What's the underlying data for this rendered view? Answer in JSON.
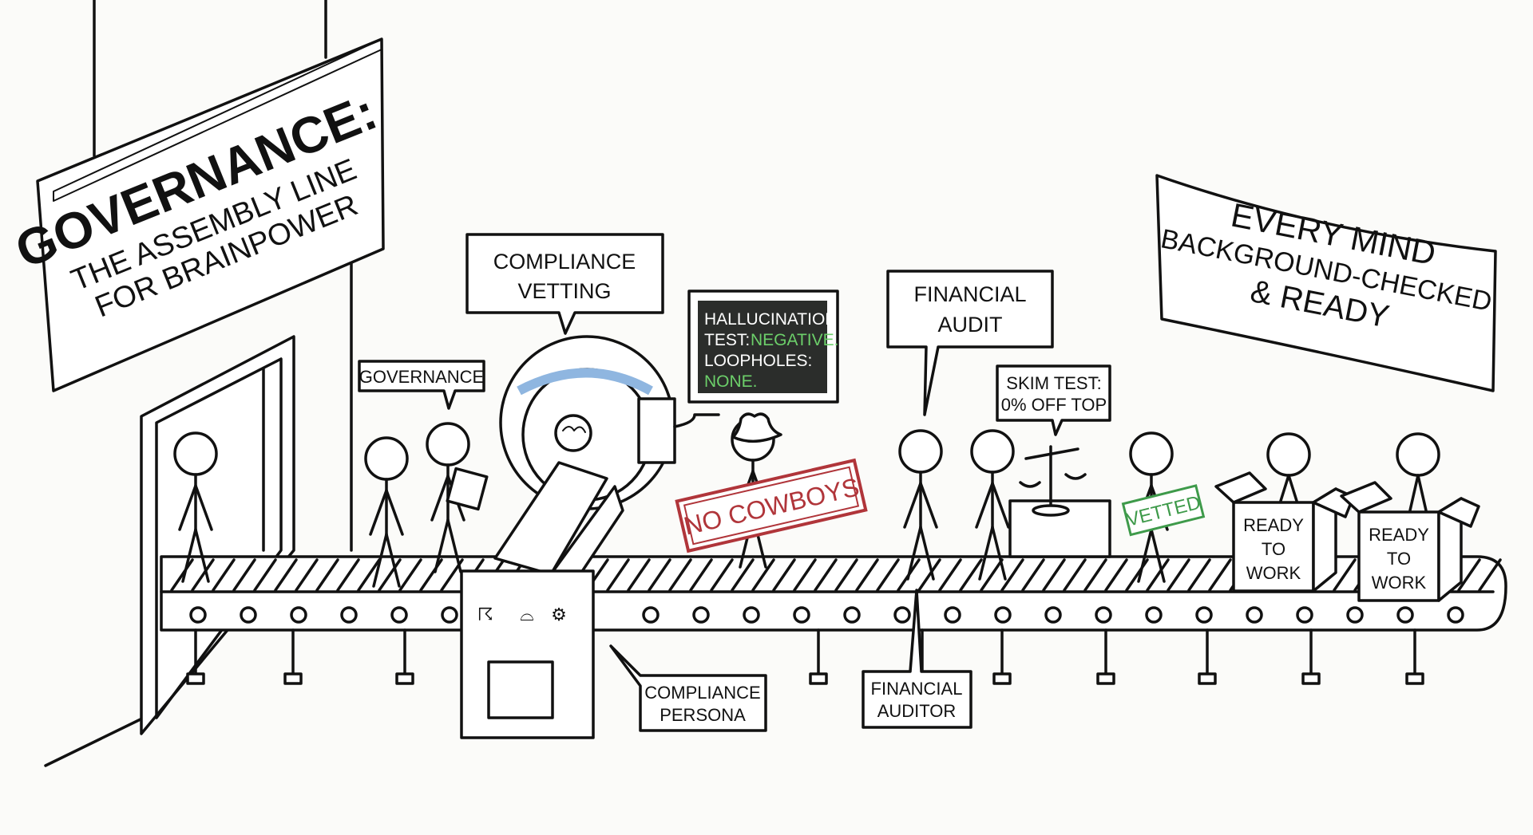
{
  "title_sign": {
    "line1": "GOVERNANCE:",
    "line2": "THE ASSEMBLY LINE",
    "line3": "FOR BRAINPOWER"
  },
  "banner": {
    "line1": "EVERY MIND",
    "line2": "BACKGROUND-CHECKED",
    "line3": "& READY"
  },
  "bubbles": {
    "governance": "GOVERNANCE",
    "compliance_vetting": [
      "COMPLIANCE",
      "VETTING"
    ],
    "financial_audit": [
      "FINANCIAL",
      "AUDIT"
    ],
    "skim_test": [
      "SKIM TEST:",
      "0% OFF TOP"
    ],
    "compliance_persona": [
      "COMPLIANCE",
      "PERSONA"
    ],
    "financial_auditor": [
      "FINANCIAL",
      "AUDITOR"
    ]
  },
  "monitor": {
    "line1": "HALLUCINATION",
    "line2_label": "TEST:",
    "line2_value": "NEGATIVE.",
    "line3": "LOOPHOLES:",
    "line4_value": "NONE."
  },
  "stamps": {
    "no_cowboys": "NO COWBOYS",
    "vetted": "VETTED"
  },
  "boxes": [
    {
      "l1": "READY",
      "l2": "TO",
      "l3": "WORK"
    },
    {
      "l1": "READY",
      "l2": "TO",
      "l3": "WORK"
    }
  ],
  "colors": {
    "ink": "#111111",
    "stamp_red": "#b0353a",
    "stamp_green": "#3e9a4a",
    "screen": "#2b2d2b",
    "screen_green": "#6ccf6a",
    "scanner_blue": "#8fb6e0"
  }
}
